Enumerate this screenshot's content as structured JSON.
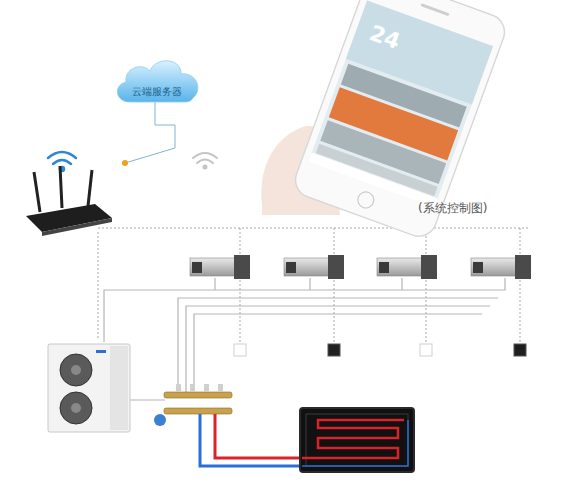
{
  "diagram": {
    "nodes": [
      {
        "text": [
          "云端服务器"
        ]
      },
      {
        "text": [
          "24"
        ]
      }
    ],
    "labels": [
      "(系统控制图)"
    ]
  }
}
